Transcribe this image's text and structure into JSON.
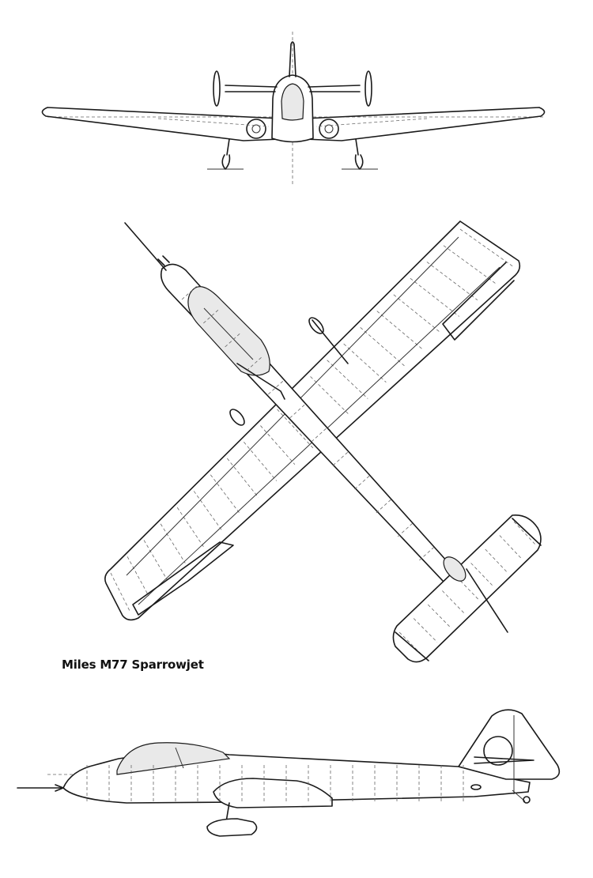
{
  "caption": "Miles M77 Sparrowjet",
  "views": [
    {
      "name": "front-view"
    },
    {
      "name": "plan-view"
    },
    {
      "name": "side-view"
    }
  ]
}
